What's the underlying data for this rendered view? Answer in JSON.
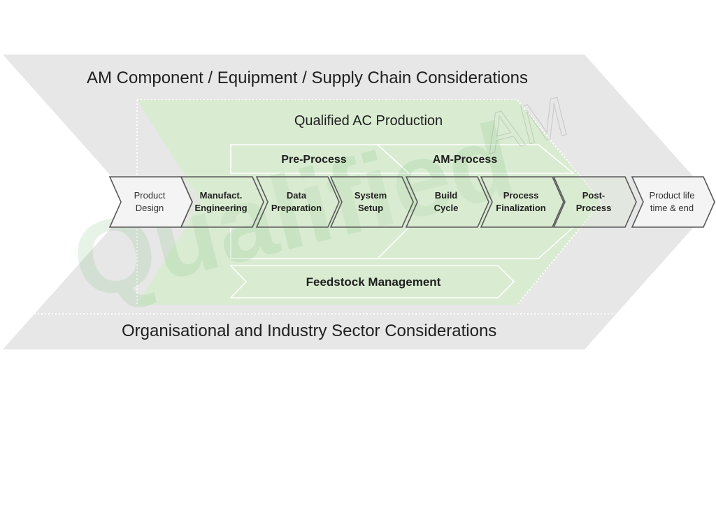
{
  "diagram": {
    "outer_band_top": "AM Component / Equipment / Supply Chain Considerations",
    "outer_band_bottom": "Organisational and Industry Sector Considerations",
    "qualified_zone": "Qualified AC Production",
    "pre_process": "Pre-Process",
    "am_process": "AM-Process",
    "feedstock": "Feedstock Management",
    "watermark": {
      "word": "Qualified",
      "suffix": "AM"
    },
    "steps": [
      {
        "line1": "Product",
        "line2": "Design",
        "bold": false
      },
      {
        "line1": "Manufact.",
        "line2": "Engineering",
        "bold": true
      },
      {
        "line1": "Data",
        "line2": "Preparation",
        "bold": true
      },
      {
        "line1": "System",
        "line2": "Setup",
        "bold": true
      },
      {
        "line1": "Build",
        "line2": "Cycle",
        "bold": true
      },
      {
        "line1": "Process",
        "line2": "Finalization",
        "bold": true
      },
      {
        "line1": "Post-",
        "line2": "Process",
        "bold": true
      },
      {
        "line1": "Product life",
        "line2": "time & end",
        "bold": false
      }
    ],
    "colors": {
      "gray_band": "#e7e7e7",
      "green_zone": "#d9ecd2",
      "chevron_stroke": "#5a5a5a",
      "chevron_fill": "#f4f4f4"
    }
  }
}
